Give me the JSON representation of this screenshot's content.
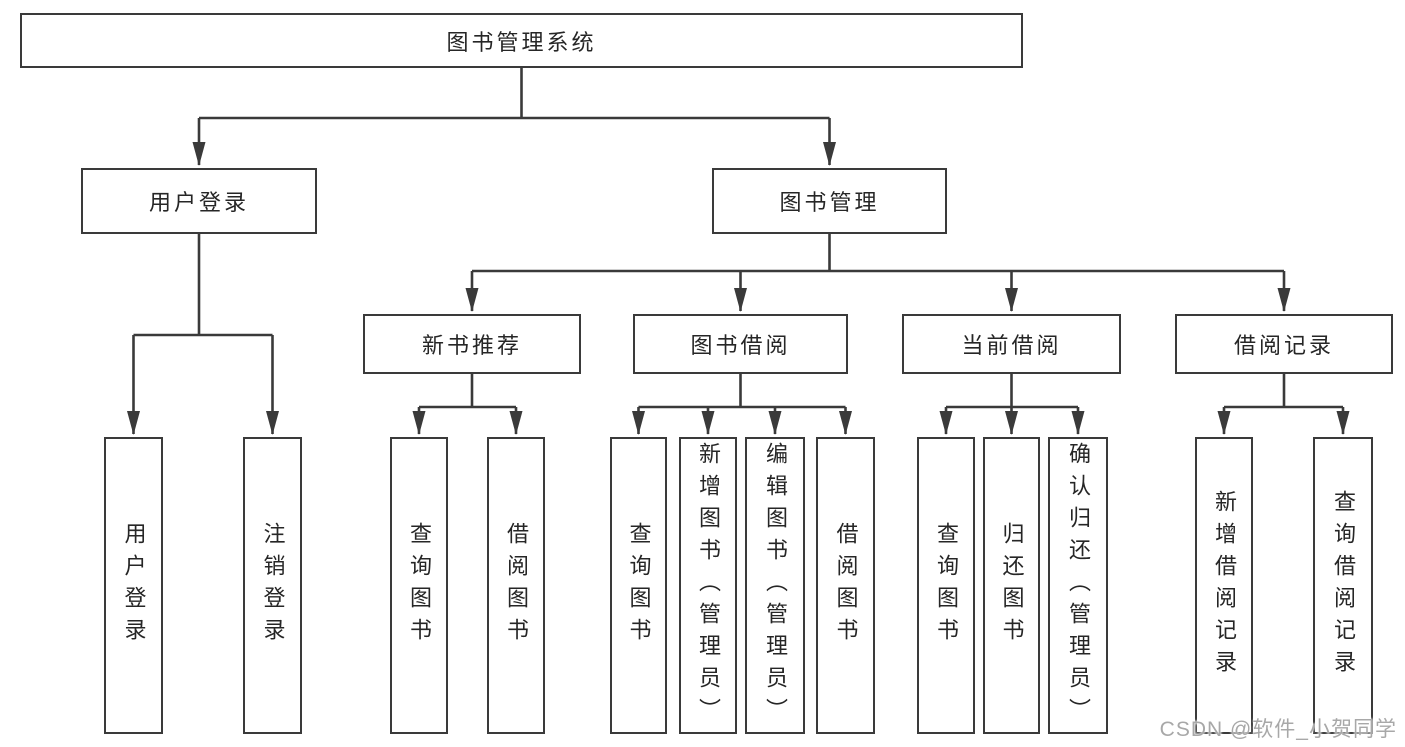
{
  "title": "图书管理系统",
  "level1": {
    "userLogin": "用户登录",
    "bookMgmt": "图书管理"
  },
  "level2": {
    "newBooks": "新书推荐",
    "bookBorrow": "图书借阅",
    "currentBorrow": "当前借阅",
    "borrowRecords": "借阅记录"
  },
  "leaves": {
    "userLogin": "用户登录",
    "logout": "注销登录",
    "nbQuery": "查询图书",
    "nbBorrow": "借阅图书",
    "bbQuery": "查询图书",
    "bbAdd": "新增图书（管理员）",
    "bbEdit": "编辑图书（管理员）",
    "bbBorrow": "借阅图书",
    "cbQuery": "查询图书",
    "cbReturn": "归还图书",
    "cbConfirm": "确认归还（管理员）",
    "brAdd": "新增借阅记录",
    "brQuery": "查询借阅记录"
  },
  "watermark": "CSDN @软件_小贺同学",
  "colors": {
    "line": "#3a3a3a",
    "text": "#262626",
    "watermark": "#a8a8a8",
    "background": "#ffffff"
  }
}
